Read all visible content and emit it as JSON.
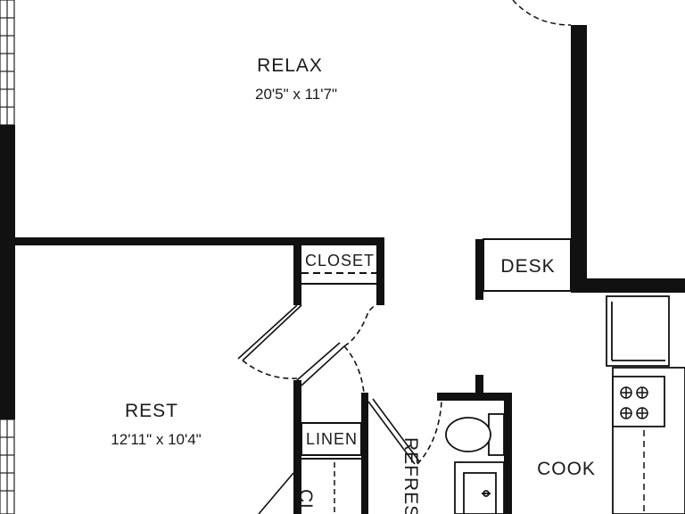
{
  "plan": {
    "rooms": {
      "relax": {
        "name": "RELAX",
        "dims": "20'5\" x 11'7\""
      },
      "rest": {
        "name": "REST",
        "dims": "12'11\" x 10'4\""
      },
      "cook": {
        "name": "COOK"
      },
      "refresh": {
        "name": "REFRESH"
      }
    },
    "fixtures": {
      "closet": "CLOSET",
      "desk": "DESK",
      "linen": "LINEN",
      "closet_lower": "CL"
    }
  }
}
